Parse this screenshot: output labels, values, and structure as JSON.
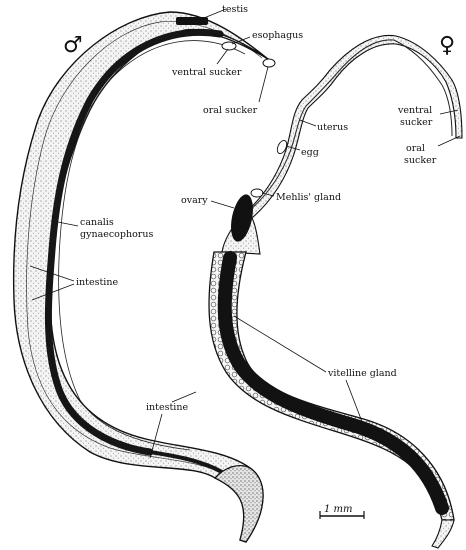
{
  "figure": {
    "male_symbol": "♂",
    "female_symbol": "♀",
    "scale_label": "1 mm"
  },
  "male_labels": {
    "testis": "testis",
    "esophagus": "esophagus",
    "ventral_sucker": "ventral sucker",
    "oral_sucker": "oral sucker",
    "canalis_line1": "canalis",
    "canalis_line2": "gynaecophorus",
    "intestine_upper": "intestine",
    "intestine_lower": "intestine"
  },
  "female_labels": {
    "uterus": "uterus",
    "egg": "egg",
    "ovary": "ovary",
    "mehlis_gland": "Mehlis' gland",
    "vitelline_gland": "vitelline gland",
    "ventral_sucker_line1": "ventral",
    "ventral_sucker_line2": "sucker",
    "oral_sucker_line1": "oral",
    "oral_sucker_line2": "sucker"
  }
}
